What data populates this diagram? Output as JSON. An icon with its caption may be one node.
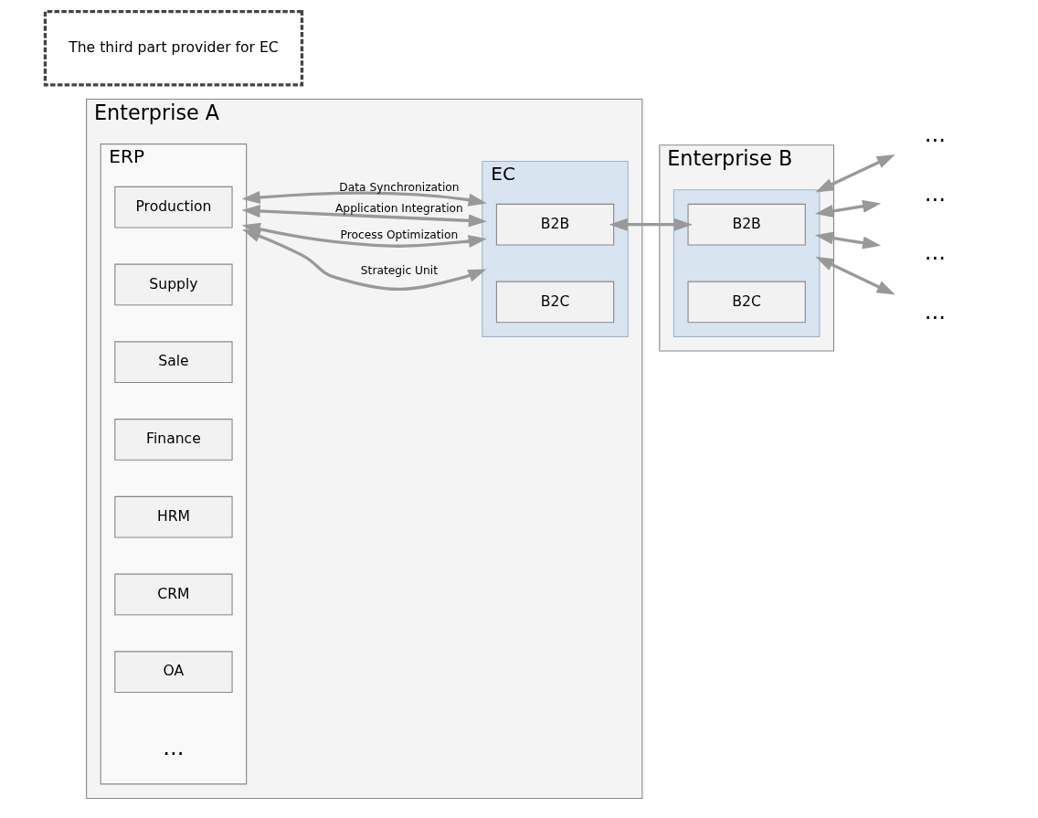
{
  "diagram": {
    "nodes": [
      {
        "text": [
          "Enterprise A"
        ]
      },
      {
        "text": [
          "ERP"
        ],
        "in": 0
      },
      {
        "text": [
          "Production"
        ],
        "in": 1
      },
      {
        "text": [
          "Supply"
        ],
        "in": 1
      },
      {
        "text": [
          "Sale"
        ],
        "in": 1
      },
      {
        "text": [
          "Finance"
        ],
        "in": 1
      },
      {
        "text": [
          "HRM"
        ],
        "in": 1
      },
      {
        "text": [
          "CRM"
        ],
        "in": 1
      },
      {
        "text": [
          "OA"
        ],
        "in": 1
      },
      {
        "text": [
          "..."
        ],
        "in": 1
      },
      {
        "text": [
          "EC"
        ],
        "in": 0
      },
      {
        "text": [
          "B2B"
        ],
        "in": 10
      },
      {
        "text": [
          "B2C"
        ],
        "in": 10
      },
      {
        "text": [
          "Enterprise B"
        ]
      },
      {
        "text": [],
        "shape": "bar",
        "in": 13
      },
      {
        "text": [
          "B2B"
        ],
        "in": 14
      },
      {
        "text": [
          "B2C"
        ],
        "in": 14
      },
      {
        "text": [
          "The third part provider for EC"
        ]
      },
      {
        "text": [
          "..."
        ]
      },
      {
        "text": [
          "..."
        ]
      },
      {
        "text": [
          "..."
        ]
      },
      {
        "text": [
          "..."
        ]
      }
    ],
    "edges": [
      {
        "from": 1,
        "to": 10,
        "arrow": "both",
        "label": "Strategic Unit"
      },
      {
        "from": 1,
        "to": 10,
        "arrow": "both",
        "label": "Process Optimization"
      },
      {
        "from": 1,
        "to": 10,
        "arrow": "both",
        "label": "Application Integration"
      },
      {
        "from": 1,
        "to": 10,
        "arrow": "both",
        "label": "Data Synchronization"
      },
      {
        "from": 11,
        "to": 15,
        "arrow": "both"
      },
      {
        "from": 14,
        "to": 18,
        "arrow": "both"
      },
      {
        "from": 14,
        "to": 19,
        "arrow": "both"
      },
      {
        "from": 14,
        "to": 20,
        "arrow": "both"
      },
      {
        "from": 14,
        "to": 21,
        "arrow": "both"
      }
    ]
  }
}
